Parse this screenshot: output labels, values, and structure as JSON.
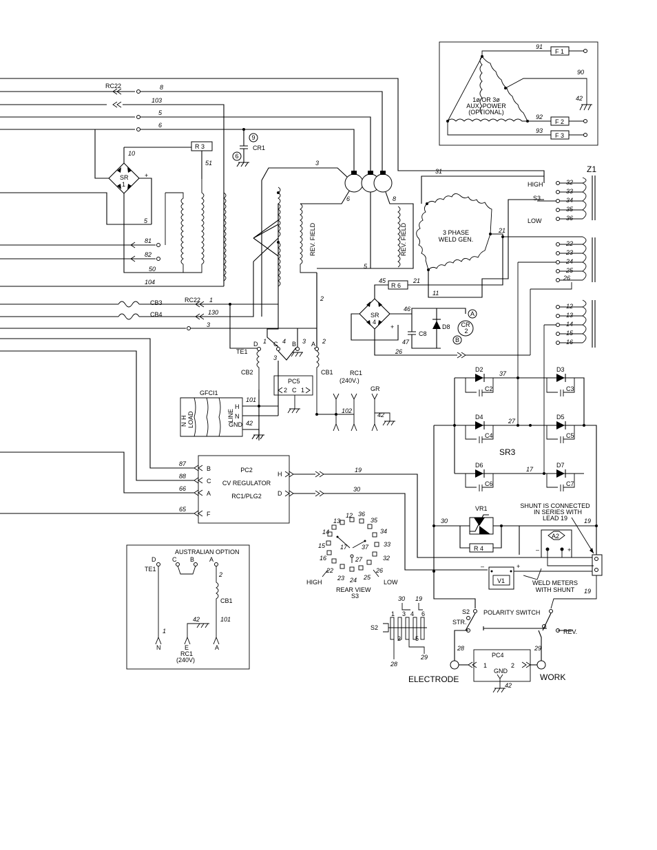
{
  "aux_power": {
    "title_lines": [
      "1ø OR 3ø",
      "AUX. POWER",
      "(OPTIONAL)"
    ],
    "wire_labels": [
      "91",
      "90",
      "42",
      "92",
      "93"
    ],
    "fuses": [
      "F 1",
      "F 2",
      "F 3"
    ]
  },
  "left_wires": {
    "rc22_top": "RC22",
    "labels_top": [
      "8",
      "103",
      "5",
      "6"
    ],
    "lead_labels": [
      "10",
      "51",
      "5",
      "81",
      "82",
      "50",
      "104"
    ],
    "r3": "R 3",
    "sr1": [
      "SR",
      "1"
    ],
    "sr1_plus": "+",
    "cr1": "CR1",
    "cr1_circles": [
      "9",
      "6"
    ]
  },
  "breakers": {
    "cb3": "CB3",
    "cb4": "CB4",
    "rc22": "RC22",
    "wire1": "1",
    "wire130": "130",
    "wire3": "3"
  },
  "fields": {
    "rev_field_1": "REV. FIELD",
    "rev_field_2": "REV. FIELD",
    "leads": [
      "3",
      "6",
      "8",
      "5",
      "2",
      "3"
    ]
  },
  "weld_gen": {
    "title_lines": [
      "3 PHASE",
      "WELD GEN."
    ],
    "leads": [
      "31",
      "21",
      "11",
      "21"
    ],
    "r6": "R 6",
    "r6_lead": "45"
  },
  "z1": {
    "label": "Z1",
    "high": "HIGH",
    "s3": "S3",
    "low": "LOW",
    "taps_a": [
      "32",
      "33",
      "34",
      "35",
      "36"
    ],
    "taps_b": [
      "22",
      "23",
      "24",
      "25",
      "26"
    ],
    "taps_c": [
      "12",
      "13",
      "14",
      "15",
      "16"
    ]
  },
  "sr4": {
    "label": [
      "SR",
      "4"
    ],
    "plus": "+",
    "leads": [
      "46",
      "47",
      "26"
    ],
    "c8": "C8",
    "d8": "D8",
    "cr2": [
      "CR",
      "2"
    ],
    "circle_a": "A",
    "circle_b": "B"
  },
  "sr3": {
    "label": "SR3",
    "diodes": [
      "D2",
      "D3",
      "D4",
      "D5",
      "D6",
      "D7"
    ],
    "caps": [
      "C2",
      "C3",
      "C4",
      "C5",
      "C6",
      "C7"
    ],
    "leads": [
      "37",
      "27",
      "17"
    ]
  },
  "te1": {
    "te1": "TE1",
    "pins": [
      "D",
      "C",
      "B",
      "A"
    ],
    "pin_leads": [
      "1",
      "4",
      "3",
      "2"
    ],
    "lead3": "3",
    "cb2": "CB2",
    "cb1": "CB1",
    "pc5": "PC5",
    "pc5_pins": [
      "2",
      "C",
      "1"
    ],
    "rc1": [
      "RC1",
      "(240V.)"
    ],
    "gr": "GR",
    "leads": [
      "101",
      "102",
      "42",
      "42"
    ]
  },
  "gfci": {
    "title": "GFCI1",
    "load": "LOAD",
    "h": "H",
    "n": "N",
    "line": "LINE",
    "gnd": "GND"
  },
  "pc2": {
    "title_lines": [
      "PC2",
      "CV REGULATOR",
      "RC1/PLG2"
    ],
    "pins_left": [
      "B",
      "C",
      "A",
      "F"
    ],
    "pins_right": [
      "H",
      "D"
    ],
    "leads_left": [
      "87",
      "88",
      "66",
      "65"
    ],
    "leads_right": [
      "19",
      "30"
    ]
  },
  "vr1": {
    "label": "VR1",
    "r4": "R 4",
    "lead30": "30",
    "lead19": "19"
  },
  "shunt": {
    "note_lines": [
      "SHUNT IS CONNECTED",
      "IN SERIES WITH",
      "LEAD 19"
    ],
    "a2": "A2",
    "v1": "V1",
    "minus": "–",
    "plus": "+",
    "meters_lines": [
      "WELD METERS",
      "WITH SHUNT"
    ],
    "lead19": "19"
  },
  "s3_switch": {
    "positions": [
      "13",
      "12",
      "36",
      "35",
      "34",
      "33",
      "32",
      "26",
      "25",
      "24",
      "23",
      "22",
      "16",
      "15",
      "14",
      "17",
      "37",
      "27"
    ],
    "high": "HIGH",
    "low": "LOW",
    "rear_view": "REAR VIEW",
    "s3": "S3"
  },
  "polarity": {
    "title": "POLARITY SWITCH",
    "s2": "S2",
    "str": "STR.",
    "rev": "REV.",
    "leads": [
      "28",
      "29"
    ],
    "pc4": "PC4",
    "pc4_pins": [
      "1",
      "2"
    ],
    "gnd": "GND",
    "lead42": "42",
    "electrode": "ELECTRODE",
    "work": "WORK"
  },
  "s2_detail": {
    "label": "S2",
    "top_leads": [
      "30",
      "19"
    ],
    "pins_top": [
      "1",
      "3",
      "4",
      "6"
    ],
    "pins_bottom": [
      "2",
      "5"
    ],
    "bottom_leads": [
      "28",
      "29"
    ]
  },
  "australian": {
    "title": "AUSTRALIAN OPTION",
    "te1": "TE1",
    "pins": [
      "D",
      "C",
      "B",
      "A"
    ],
    "cb1": "CB1",
    "leads": [
      "1",
      "2",
      "42",
      "101"
    ],
    "n": "N",
    "e": "E",
    "a": "A",
    "rc1": [
      "RC1",
      "(240V)"
    ]
  }
}
